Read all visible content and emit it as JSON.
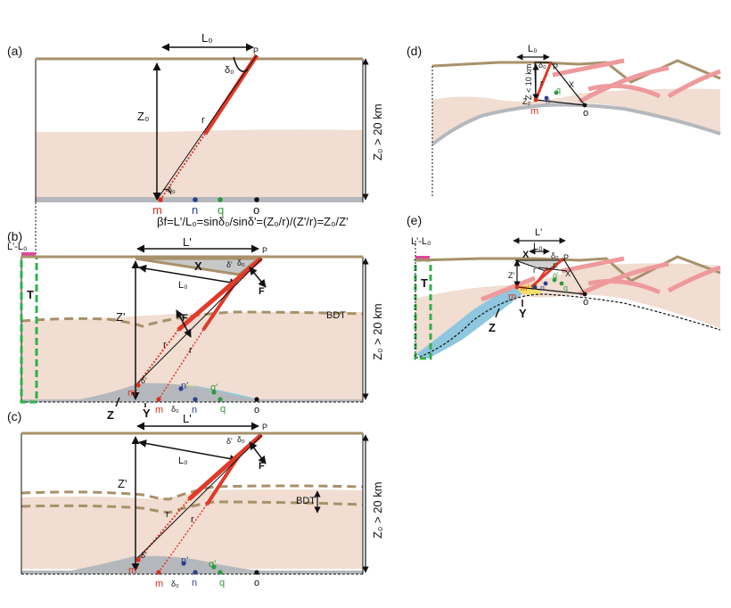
{
  "panels": {
    "a": "(a)",
    "b": "(b)",
    "c": "(c)",
    "d": "(d)",
    "e": "(e)"
  },
  "labels": {
    "L0": "L₀",
    "Lp": "L'",
    "Z0": "Z₀",
    "Zp": "Z'",
    "P": "P",
    "delta0": "δ₀",
    "deltap": "δ'",
    "r": "r",
    "m": "m",
    "n": "n",
    "q": "q",
    "o": "o",
    "mp": "m'",
    "np": "n'",
    "qp": "q'",
    "X": "X",
    "Y": "Y",
    "Z": "Z",
    "F": "F",
    "T": "T",
    "BDT": "BDT",
    "LpL0": "L'-L₀",
    "depth_gt": "Z₀ > 20 km",
    "depth_lt": "Z < 10 km"
  },
  "formula": "βf=L'/L₀=sinδ₀/sinδ'=(Z₀/r)/(Z'/r)=Z₀/Z'",
  "colors": {
    "crust": "#f1ddd1",
    "surface": "#a8916a",
    "fault": "#e03a2a",
    "detachment": "#b4b8bc",
    "sediment": "#8ec7de",
    "wedge": "#f3e06a",
    "pink_fault": "#ee9a9c",
    "t_box": "#2fb04a"
  }
}
